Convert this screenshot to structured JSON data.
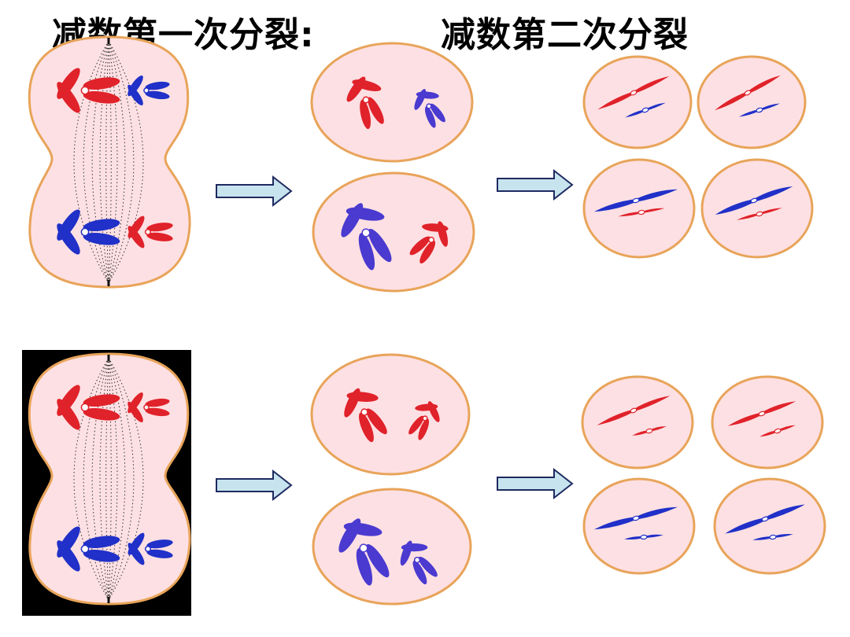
{
  "headings": {
    "meiosis_one": "减数第一次分裂:",
    "meiosis_two": "减数第二次分裂"
  },
  "colors": {
    "cell_fill": "#fde0e3",
    "cell_border": "#e8a45a",
    "chromosome_red": "#e0222a",
    "chromosome_blue": "#2030c8",
    "chromosome_violet": "#4a3ad0",
    "arrow_fill": "#c7e4ee",
    "arrow_stroke": "#1f2a60",
    "spindle": "#333333",
    "frame_background": "#000000"
  },
  "rows": [
    {
      "name": "arrangement-1",
      "parent_cell": {
        "equator_top": [
          "red",
          "blue"
        ],
        "equator_bottom": [
          "blue",
          "red"
        ]
      },
      "daughter_cells_meiosis_one": [
        [
          "red",
          "violet"
        ],
        [
          "violet",
          "red"
        ]
      ],
      "daughter_cells_meiosis_two": [
        [
          "red",
          "blue"
        ],
        [
          "red",
          "blue"
        ],
        [
          "blue",
          "red"
        ],
        [
          "blue",
          "red"
        ]
      ]
    },
    {
      "name": "arrangement-2",
      "parent_cell": {
        "equator_top": [
          "red",
          "red"
        ],
        "equator_bottom": [
          "blue",
          "blue"
        ]
      },
      "daughter_cells_meiosis_one": [
        [
          "red",
          "red"
        ],
        [
          "violet",
          "violet"
        ]
      ],
      "daughter_cells_meiosis_two": [
        [
          "red",
          "red"
        ],
        [
          "red",
          "red"
        ],
        [
          "blue",
          "blue"
        ],
        [
          "blue",
          "blue"
        ]
      ]
    }
  ]
}
